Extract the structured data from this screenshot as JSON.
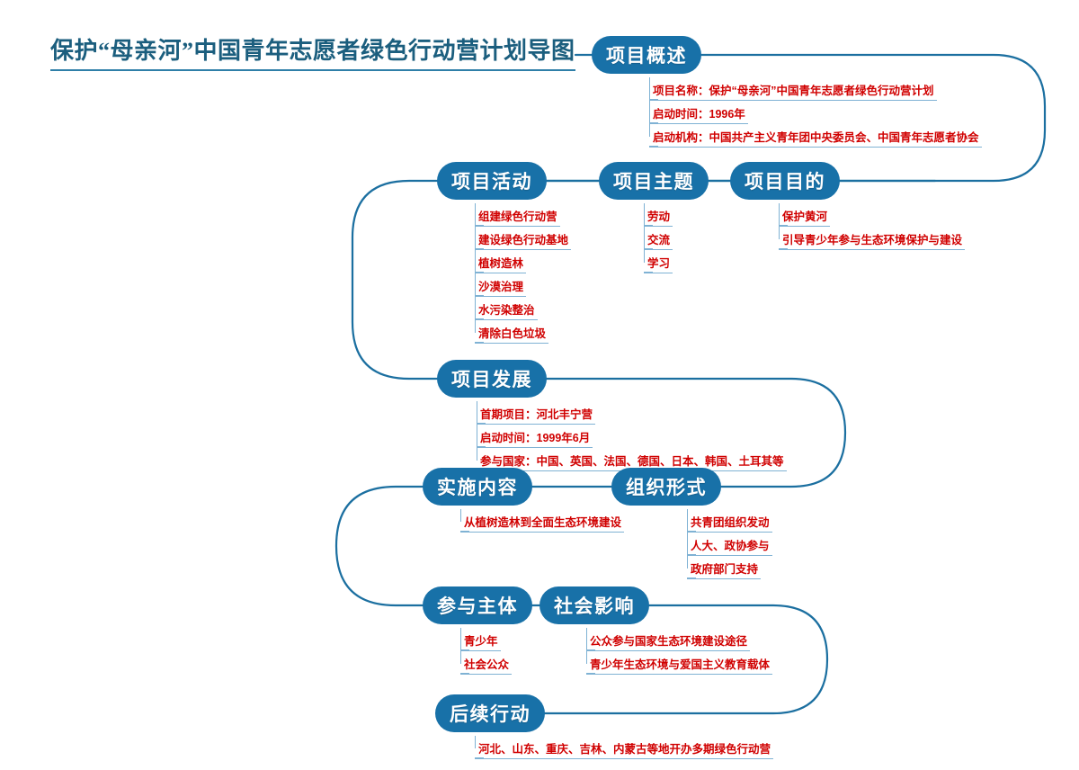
{
  "title": "保护“母亲河”中国青年志愿者绿色行动营计划导图",
  "colors": {
    "node_fill": "#1871a8",
    "node_text": "#ffffff",
    "leaf_text": "#d00000",
    "leaf_underline": "#7fb2d4",
    "connector": "#1b6fa0",
    "title_text": "#1b5e7e"
  },
  "nodes": [
    {
      "id": "overview",
      "label": "项目概述",
      "children": [
        "项目名称：保护“母亲河”中国青年志愿者绿色行动营计划",
        "启动时间：1996年",
        "启动机构：中国共产主义青年团中央委员会、中国青年志愿者协会"
      ]
    },
    {
      "id": "activities",
      "label": "项目活动",
      "children": [
        "组建绿色行动营",
        "建设绿色行动基地",
        "植树造林",
        "沙漠治理",
        "水污染整治",
        "清除白色垃圾"
      ]
    },
    {
      "id": "themes",
      "label": "项目主题",
      "children": [
        "劳动",
        "交流",
        "学习"
      ]
    },
    {
      "id": "purpose",
      "label": "项目目的",
      "children": [
        "保护黄河",
        "引导青少年参与生态环境保护与建设"
      ]
    },
    {
      "id": "development",
      "label": "项目发展",
      "children": [
        "首期项目：河北丰宁营",
        "启动时间：1999年6月",
        "参与国家：中国、英国、法国、德国、日本、韩国、土耳其等"
      ]
    },
    {
      "id": "content",
      "label": "实施内容",
      "children": [
        "从植树造林到全面生态环境建设"
      ]
    },
    {
      "id": "organization",
      "label": "组织形式",
      "children": [
        "共青团组织发动",
        "人大、政协参与",
        "政府部门支持"
      ]
    },
    {
      "id": "participants",
      "label": "参与主体",
      "children": [
        "青少年",
        "社会公众"
      ]
    },
    {
      "id": "impact",
      "label": "社会影响",
      "children": [
        "公众参与国家生态环境建设途径",
        "青少年生态环境与爱国主义教育载体"
      ]
    },
    {
      "id": "followup",
      "label": "后续行动",
      "children": [
        "河北、山东、重庆、吉林、内蒙古等地开办多期绿色行动营"
      ]
    }
  ]
}
